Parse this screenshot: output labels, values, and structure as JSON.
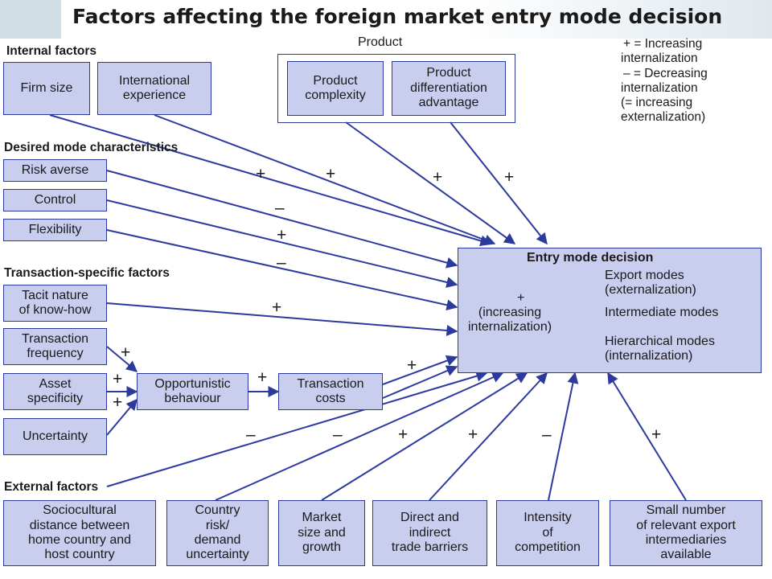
{
  "title": "Factors affecting the foreign market entry mode decision",
  "sections": {
    "internal": "Internal factors",
    "desired": "Desired mode characteristics",
    "transaction": "Transaction-specific factors",
    "external": "External factors",
    "product": "Product"
  },
  "boxes": {
    "firm_size": "Firm size",
    "intl_exp": "International\nexperience",
    "prod_complexity": "Product\ncomplexity",
    "prod_diff": "Product\ndifferentiation\nadvantage",
    "risk_averse": "Risk averse",
    "control": "Control",
    "flexibility": "Flexibility",
    "tacit": "Tacit nature\nof know-how",
    "trans_freq": "Transaction\nfrequency",
    "asset_spec": "Asset\nspecificity",
    "uncertainty": "Uncertainty",
    "opportunistic": "Opportunistic\nbehaviour",
    "trans_costs": "Transaction\ncosts",
    "sociocultural": "Sociocultural\ndistance between\nhome country and\nhost country",
    "country_risk": "Country\nrisk/\ndemand\nuncertainty",
    "market_size": "Market\nsize and\ngrowth",
    "trade_barriers": "Direct and\nindirect\ntrade barriers",
    "competition": "Intensity\nof\ncompetition",
    "intermediaries": "Small number\nof relevant export\nintermediaries\navailable"
  },
  "legend": {
    "plus_line1": "+ =      Increasing",
    "plus_line2": "internalization",
    "minus_line1": "– =      Decreasing",
    "minus_line2": "internalization",
    "minus_line3": "(= increasing",
    "minus_line4": "externalization)"
  },
  "entry": {
    "title": "Entry mode decision",
    "plus": "+",
    "increasing": "(increasing\ninternalization)",
    "export": "Export modes\n(externalization)",
    "intermediate": "Intermediate modes",
    "hierarchical": "Hierarchical modes\n(internalization)"
  },
  "signs": {
    "firm_size": "+",
    "intl_exp": "+",
    "prod_complexity": "+",
    "prod_diff": "+",
    "risk_averse": "–",
    "control": "+",
    "flexibility": "–",
    "tacit": "+",
    "freq_opp": "+",
    "asset_opp": "+",
    "unc_opp": "+",
    "opp_costs": "+",
    "costs_entry": "+",
    "sociocultural": "–",
    "country_risk": "–",
    "market_size": "+",
    "trade_barriers": "+",
    "competition": "–",
    "intermediaries": "+"
  },
  "colors": {
    "box_fill": "#c9cdee",
    "line": "#2c3a9e"
  }
}
